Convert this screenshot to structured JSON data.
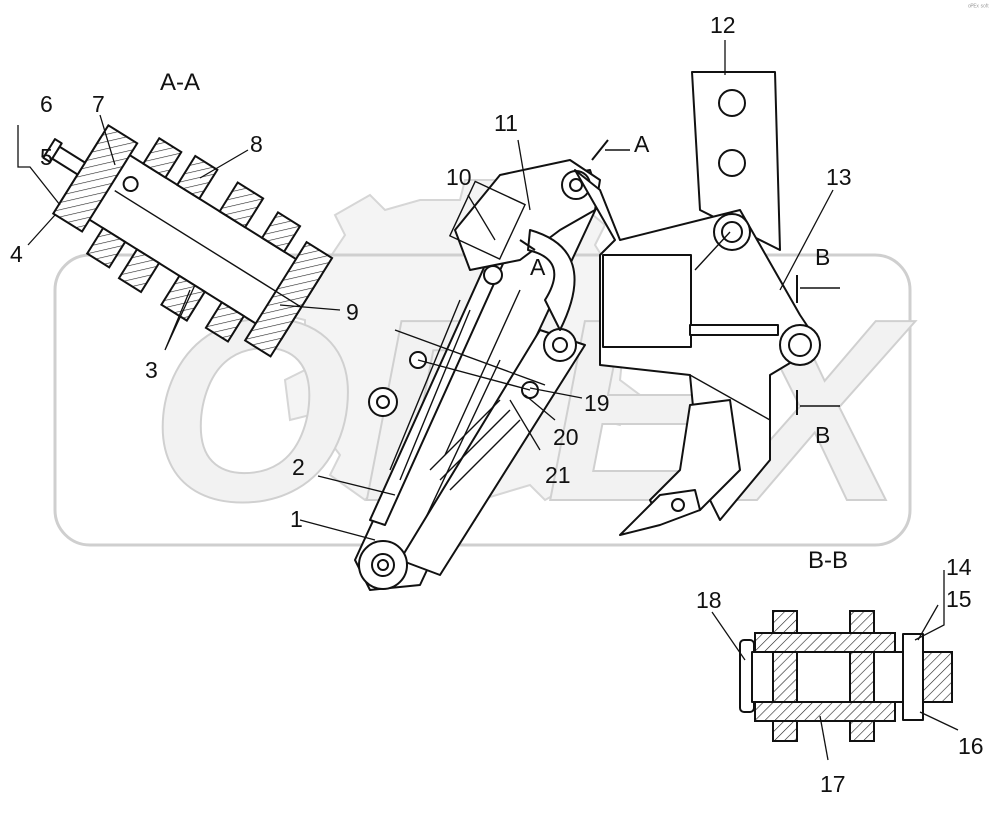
{
  "drawing": {
    "watermark_text": "OPEX",
    "corner_mark": "ᵒᴾᴱˣ ˢᵒᶠᵗ",
    "sections": {
      "aa_title": "A-A",
      "bb_title": "B-B",
      "cut_a_top": "A",
      "cut_a_mid": "A",
      "cut_b_top": "B",
      "cut_b_bottom": "B"
    },
    "callouts": {
      "c1": "1",
      "c2": "2",
      "c3": "3",
      "c4": "4",
      "c5": "5",
      "c6": "6",
      "c7": "7",
      "c8": "8",
      "c9": "9",
      "c10": "10",
      "c11": "11",
      "c12": "12",
      "c13": "13",
      "c14": "14",
      "c15": "15",
      "c16": "16",
      "c17": "17",
      "c18": "18",
      "c19": "19",
      "c20": "20",
      "c21": "21"
    }
  }
}
